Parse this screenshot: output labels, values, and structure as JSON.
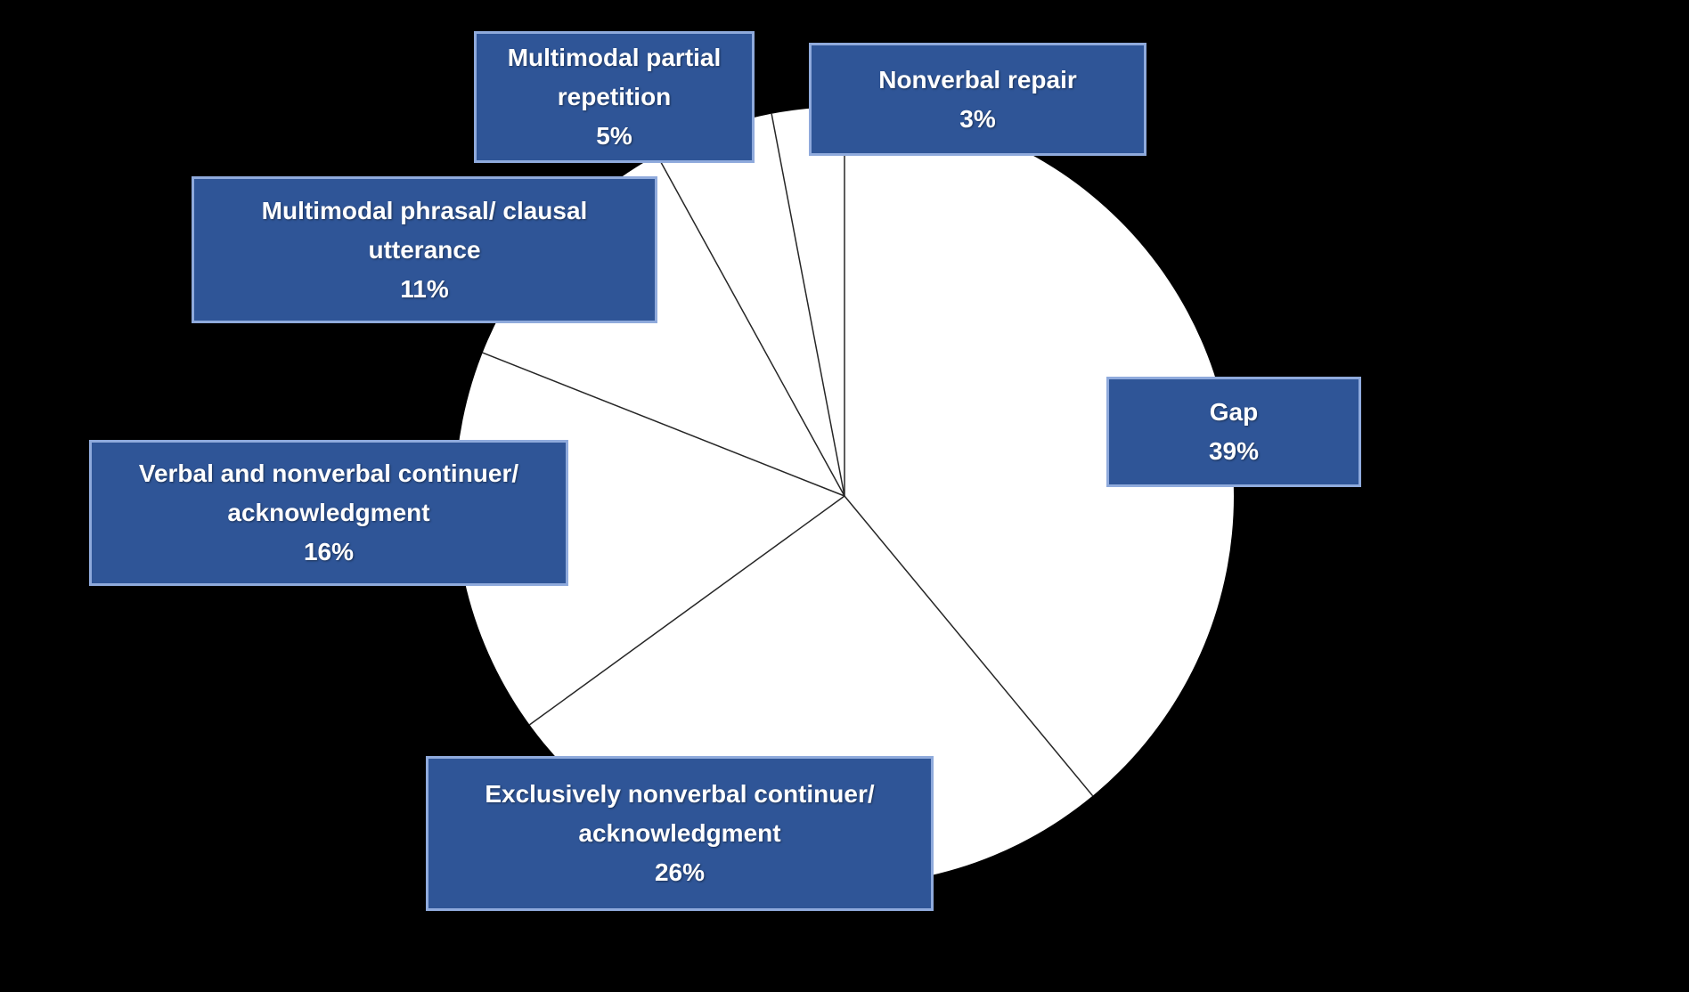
{
  "chart_data": {
    "type": "pie",
    "title": "",
    "start_angle_deg": 0,
    "direction": "clockwise",
    "categories": [
      "Gap",
      "Exclusively nonverbal continuer/ acknowledgment",
      "Verbal and nonverbal continuer/ acknowledgment",
      "Multimodal phrasal/ clausal utterance",
      "Multimodal partial repetition",
      "Nonverbal repair"
    ],
    "values": [
      39,
      26,
      16,
      11,
      5,
      3
    ],
    "slices": [
      {
        "label": "Gap",
        "value": 39,
        "value_label": "39%",
        "label_lines": [
          "Gap"
        ]
      },
      {
        "label": "Exclusively nonverbal continuer/ acknowledgment",
        "value": 26,
        "value_label": "26%",
        "label_lines": [
          "Exclusively nonverbal continuer/",
          "acknowledgment"
        ]
      },
      {
        "label": "Verbal and nonverbal continuer/ acknowledgment",
        "value": 16,
        "value_label": "16%",
        "label_lines": [
          "Verbal and nonverbal continuer/",
          "acknowledgment"
        ]
      },
      {
        "label": "Multimodal phrasal/ clausal utterance",
        "value": 11,
        "value_label": "11%",
        "label_lines": [
          "Multimodal phrasal/ clausal",
          "utterance"
        ]
      },
      {
        "label": "Multimodal partial repetition",
        "value": 5,
        "value_label": "5%",
        "label_lines": [
          "Multimodal partial",
          "repetition"
        ]
      },
      {
        "label": "Nonverbal repair",
        "value": 3,
        "value_label": "3%",
        "label_lines": [
          "Nonverbal repair"
        ]
      }
    ],
    "colors": {
      "background": "#000000",
      "slice_fill": "#FFFFFF",
      "slice_border": "#262626",
      "label_box_fill": "#2F5597",
      "label_box_border": "#8FAADC",
      "label_text": "#FFFFFF"
    },
    "legend_position": "none",
    "labels_style": "callout-boxes"
  }
}
